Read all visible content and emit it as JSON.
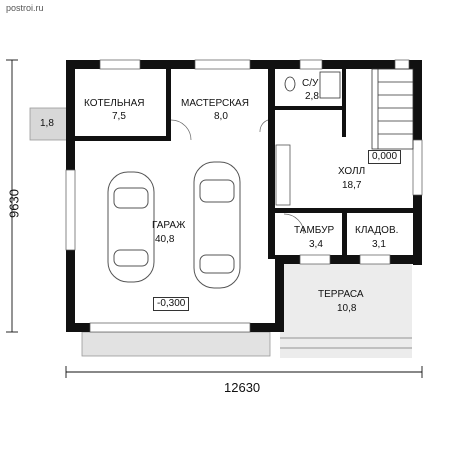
{
  "watermark": "postroi.ru",
  "rooms": {
    "boiler": {
      "name": "КОТЕЛЬНАЯ",
      "area": "7,5"
    },
    "workshop": {
      "name": "МАСТЕРСКАЯ",
      "area": "8,0"
    },
    "wc": {
      "name": "С/У",
      "area": "2,8"
    },
    "garage": {
      "name": "ГАРАЖ",
      "area": "40,8"
    },
    "hall": {
      "name": "ХОЛЛ",
      "area": "18,7"
    },
    "vestibule": {
      "name": "ТАМБУР",
      "area": "3,4"
    },
    "storage": {
      "name": "КЛАДОВ.",
      "area": "3,1"
    },
    "terrace": {
      "name": "ТЕРРАСА",
      "area": "10,8"
    }
  },
  "levels": {
    "hall": "0,000",
    "garage": "-0,300"
  },
  "outside_area": "1,8",
  "dimensions": {
    "width": "12630",
    "height": "9630"
  }
}
